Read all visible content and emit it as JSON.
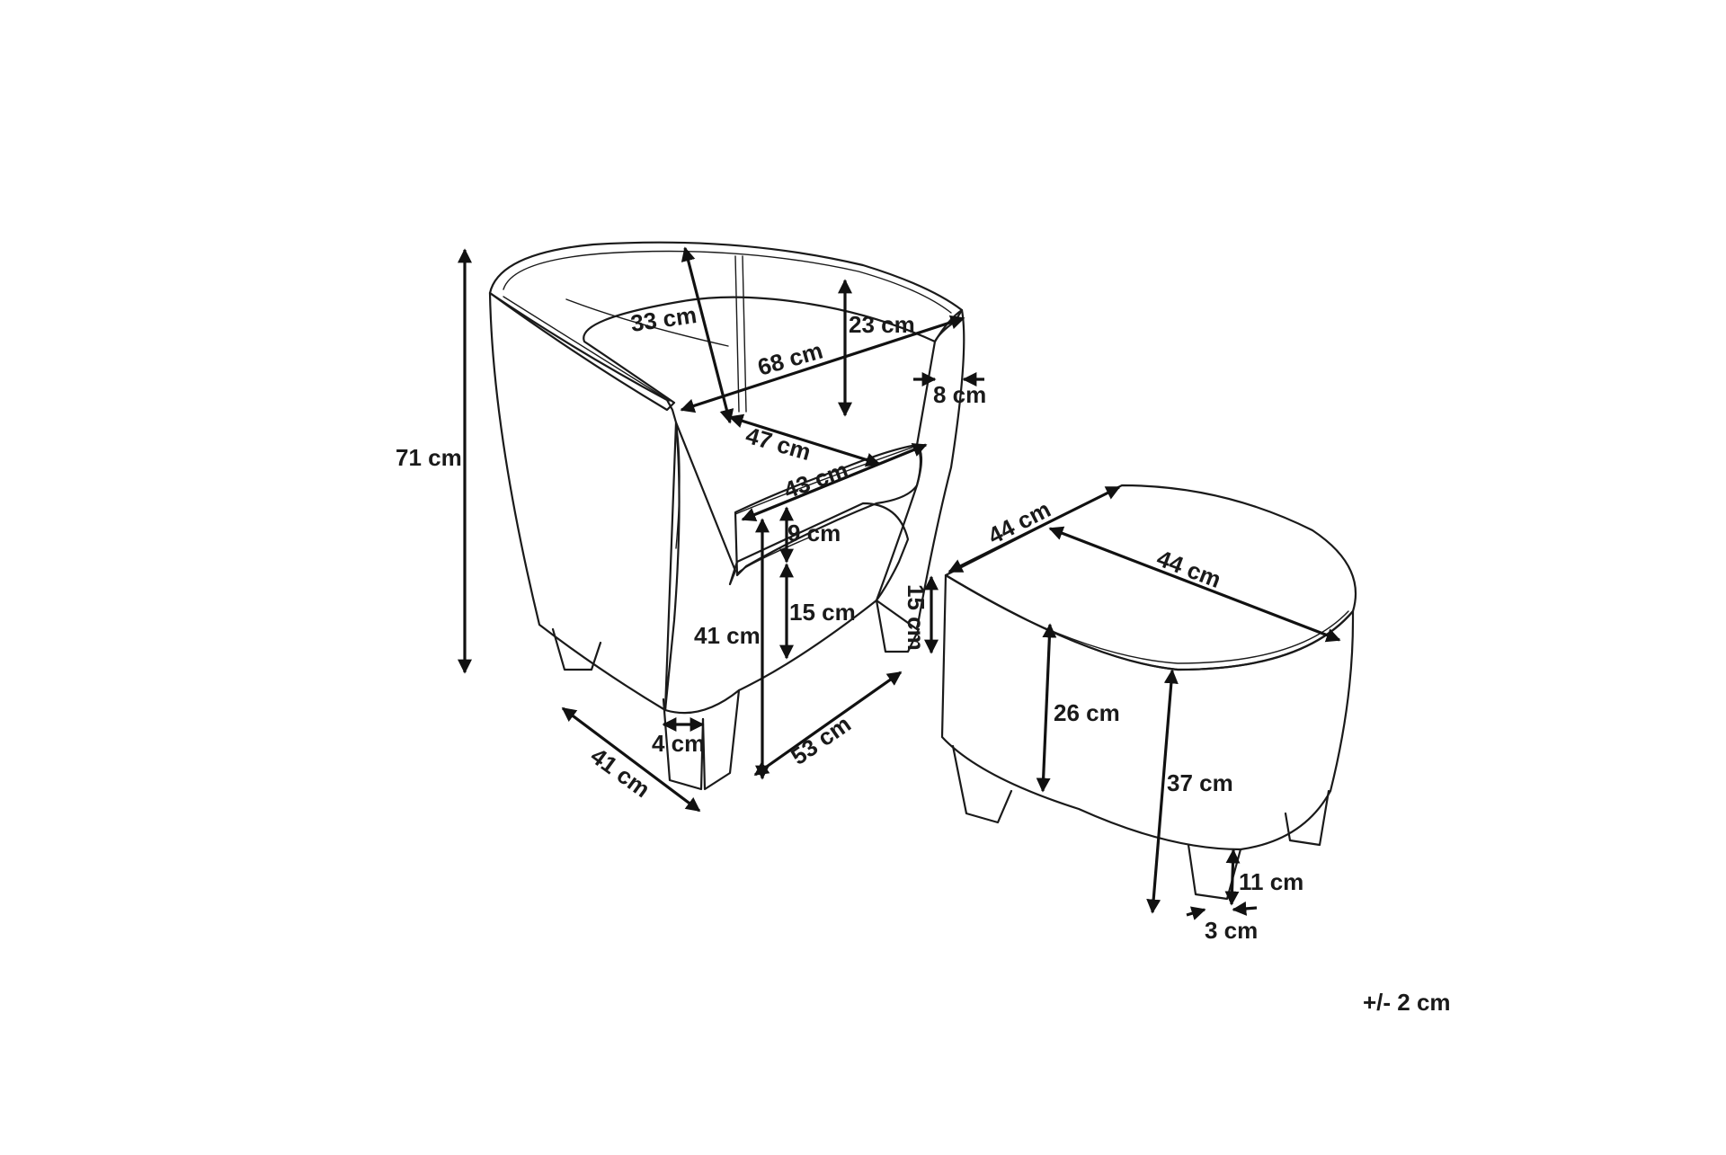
{
  "labels": {
    "chair_back_width": "68 cm",
    "chair_back_depth": "33 cm",
    "back_above_arm": "23 cm",
    "arm_width": "8 cm",
    "seat_depth": "47 cm",
    "seat_width": "43 cm",
    "cushion_height": "9 cm",
    "total_height": "71 cm",
    "seat_height": "41 cm",
    "arm_to_seat": "15 cm",
    "leg_height": "15 cm",
    "leg_width": "4 cm",
    "chair_depth": "41 cm",
    "chair_width": "53 cm",
    "ottoman_depth": "44 cm",
    "ottoman_width": "44 cm",
    "ottoman_body_height": "26 cm",
    "ottoman_height": "37 cm",
    "ottoman_leg_height": "11 cm",
    "ottoman_leg_width": "3 cm",
    "tolerance": "+/- 2 cm"
  }
}
